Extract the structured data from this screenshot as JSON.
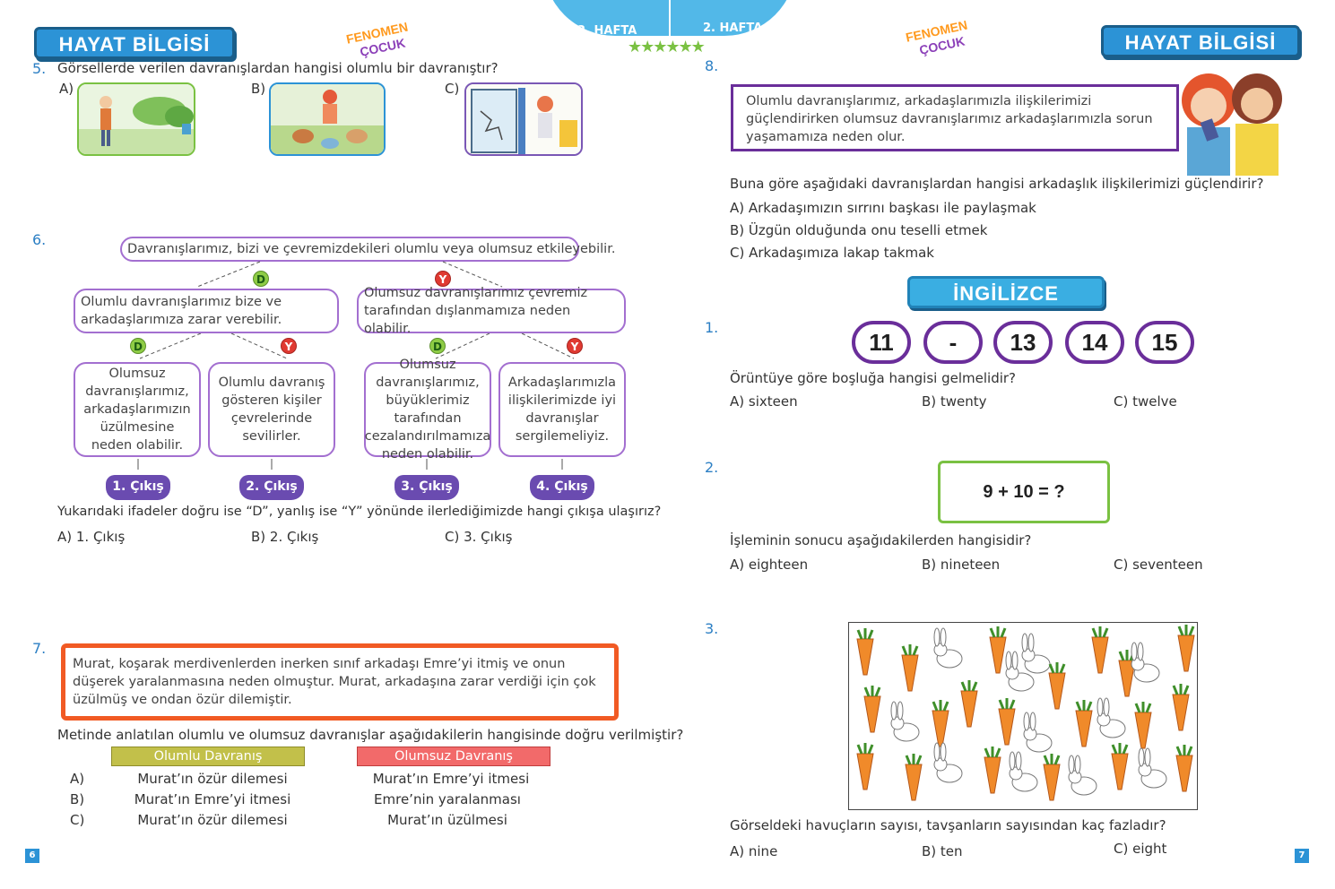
{
  "header": {
    "left_title": "HAYAT BİLGİSİ",
    "right_title": "HAYAT BİLGİSİ",
    "week_left": "2. HAFTA",
    "week_right": "2. HAFTA",
    "logo_left_1": "FENOMEN",
    "logo_left_2": "ÇOCUK",
    "logo_right_1": "FENOMEN",
    "logo_right_2": "ÇOCUK"
  },
  "q5": {
    "number": "5.",
    "text": "Görsellerde verilen davranışlardan hangisi olumlu bir davranıştır?",
    "options": [
      "A)",
      "B)",
      "C)"
    ]
  },
  "q6": {
    "number": "6.",
    "top": "Davranışlarımız, bizi ve çevremizdekileri olumlu veya olumsuz etkileyebilir.",
    "d": "D",
    "y": "Y",
    "level2_left": "Olumlu davranışlarımız bize ve arkadaşlarımıza zarar verebilir.",
    "level2_right": "Olumsuz davranışlarımız çevremiz tarafından dışlanmamıza neden olabilir.",
    "leaves": [
      "Olumsuz davranışlarımız, arkadaşlarımızın üzülmesine neden olabilir.",
      "Olumlu davranış gösteren kişiler çevrelerinde sevilirler.",
      "Olumsuz davranışlarımız, büyüklerimiz tarafından cezalandırılmamıza neden olabilir.",
      "Arkadaşlarımızla ilişkilerimizde iyi davranışlar sergilemeliyiz."
    ],
    "exits": [
      "1. Çıkış",
      "2. Çıkış",
      "3. Çıkış",
      "4. Çıkış"
    ],
    "question": "Yukarıdaki ifadeler doğru ise “D”, yanlış ise “Y” yönünde ilerlediğimizde hangi çıkışa ulaşırız?",
    "answers": [
      "A) 1. Çıkış",
      "B) 2. Çıkış",
      "C) 3. Çıkış"
    ]
  },
  "q7": {
    "number": "7.",
    "passage": "Murat, koşarak merdivenlerden inerken sınıf arkadaşı Emre’yi itmiş ve onun düşerek yaralanmasına neden olmuştur. Murat, arkadaşına zarar verdiği için çok üzülmüş ve ondan özür dilemiştir.",
    "question": "Metinde anlatılan olumlu ve olumsuz davranışlar aşağıdakilerin hangisinde doğru verilmiştir?",
    "col_pos": "Olumlu Davranış",
    "col_neg": "Olumsuz Davranış",
    "rows": [
      {
        "label": "A)",
        "pos": "Murat’ın özür dilemesi",
        "neg": "Murat’ın Emre’yi itmesi"
      },
      {
        "label": "B)",
        "pos": "Murat’ın Emre’yi itmesi",
        "neg": "Emre’nin yaralanması"
      },
      {
        "label": "C)",
        "pos": "Murat’ın özür dilemesi",
        "neg": "Murat’ın üzülmesi"
      }
    ]
  },
  "q8": {
    "number": "8.",
    "passage": "Olumlu davranışlarımız, arkadaşlarımızla ilişkilerimizi güçlendirirken olumsuz davranışlarımız arkadaşlarımızla sorun yaşamamıza neden olur.",
    "question": "Buna göre aşağıdaki davranışlardan hangisi arkadaşlık ilişkilerimizi güçlendirir?",
    "answers": [
      "A)  Arkadaşımızın sırrını başkası ile paylaşmak",
      "B)  Üzgün olduğunda onu teselli etmek",
      "C)  Arkadaşımıza lakap takmak"
    ]
  },
  "english": {
    "title": "İNGİLİZCE",
    "e1": {
      "number": "1.",
      "sequence": [
        "11",
        "-",
        "13",
        "14",
        "15"
      ],
      "question": "Örüntüye göre boşluğa hangisi gelmelidir?",
      "answers": [
        "A) sixteen",
        "B) twenty",
        "C) twelve"
      ]
    },
    "e2": {
      "number": "2.",
      "equation": "9 + 10 = ?",
      "question": "İşleminin sonucu aşağıdakilerden hangisidir?",
      "answers": [
        "A) eighteen",
        "B) nineteen",
        "C) seventeen"
      ]
    },
    "e3": {
      "number": "3.",
      "question": "Görseldeki havuçların sayısı, tavşanların sayısından kaç fazladır?",
      "answers": [
        "A) nine",
        "B) ten",
        "C) eight"
      ]
    }
  },
  "pages": {
    "left": "6",
    "right": "7"
  },
  "colors": {
    "blue": "#2c93d6",
    "purple": "#6a4bb0",
    "orange": "#f15a24",
    "green": "#7ac142"
  }
}
